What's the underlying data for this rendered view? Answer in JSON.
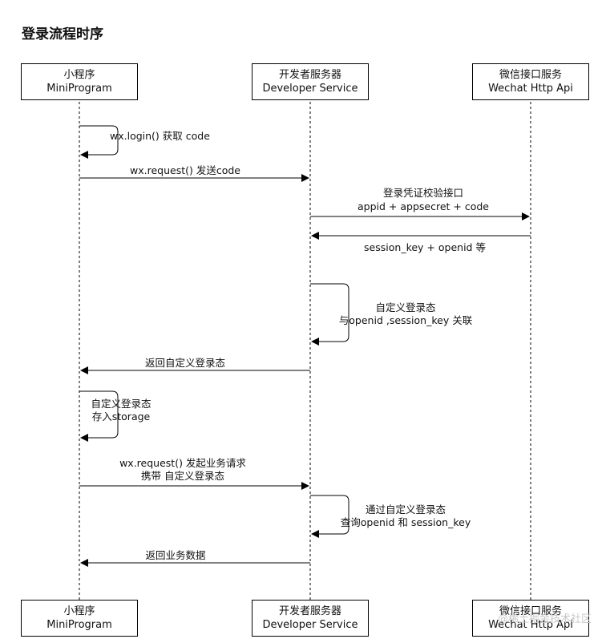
{
  "title": "登录流程时序",
  "participants": [
    {
      "name": "小程序",
      "en": "MiniProgram"
    },
    {
      "name": "开发者服务器",
      "en": "Developer Service"
    },
    {
      "name": "微信接口服务",
      "en": "Wechat Http Api"
    }
  ],
  "messages": {
    "m1": "wx.login() 获取 code",
    "m2": "wx.request() 发送code",
    "m3a": "登录凭证校验接口",
    "m3b": "appid + appsecret + code",
    "m4": "session_key + openid 等",
    "m5a": "自定义登录态",
    "m5b": "与openid ,session_key 关联",
    "m6": "返回自定义登录态",
    "m7a": "自定义登录态",
    "m7b": "存入storage",
    "m8a": "wx.request() 发起业务请求",
    "m8b": "携带 自定义登录态",
    "m9a": "通过自定义登录态",
    "m9b": "查询openid 和 session_key",
    "m10": "返回业务数据"
  },
  "watermark": "@稀土掘金技术社区"
}
